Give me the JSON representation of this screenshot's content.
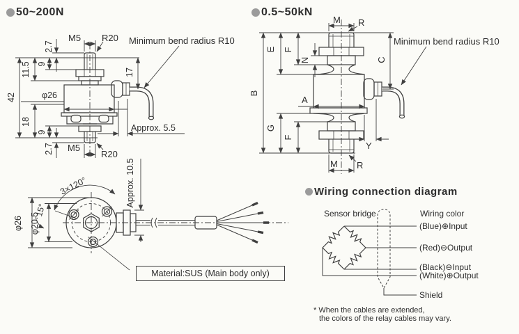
{
  "page": {
    "bg": "#fbfbf7",
    "line_color": "#3f3f3f",
    "bullet_color": "#9b9b9b"
  },
  "sections": {
    "small_range": {
      "title": "50~200N"
    },
    "large_range": {
      "title": "0.5~50kN"
    },
    "wiring": {
      "title": "Wiring connection diagram"
    }
  },
  "left_view": {
    "thread_top": "M5",
    "radius_top": "R20",
    "thread_bottom": "M5",
    "radius_bottom": "R20",
    "note_bend": "Minimum bend radius R10",
    "dims": {
      "overall": "42",
      "upper_offset": "11.5",
      "nut_height_top": "9",
      "tip_top": "2.7",
      "body_dia": "φ26",
      "cable_height": "17",
      "cable_clearance": "Approx. 5.5",
      "lower_offset": "18",
      "nut_height_bottom": "9",
      "tip_bottom": "2.7"
    }
  },
  "top_view": {
    "dims": {
      "outer_dia": "φ26",
      "bolt_circle_dia": "φ20.5",
      "screw_pattern": "3×120°",
      "screw_angle": "15°",
      "gland_dia": "Approx. 10.5"
    }
  },
  "material_note": "Material:SUS (Main body only)",
  "right_view": {
    "note_bend": "Minimum bend radius R10",
    "dims": {
      "M_top": "M",
      "R_top": "R",
      "B": "B",
      "E": "E",
      "F_top": "F",
      "N": "N",
      "C": "C",
      "A": "A",
      "G": "G",
      "F_bottom": "F",
      "Y": "Y",
      "M_bottom": "M",
      "R_bottom": "R"
    }
  },
  "wiring": {
    "bridge_label": "Sensor bridge",
    "color_label": "Wiring color",
    "wires": [
      "(Blue)⊕Input",
      "(Red)⊖Output",
      "(Black)⊖Input",
      "(White)⊕Output",
      "Shield"
    ],
    "footnote1": "* When the cables are extended,",
    "footnote2": "the colors of the relay cables may vary."
  }
}
